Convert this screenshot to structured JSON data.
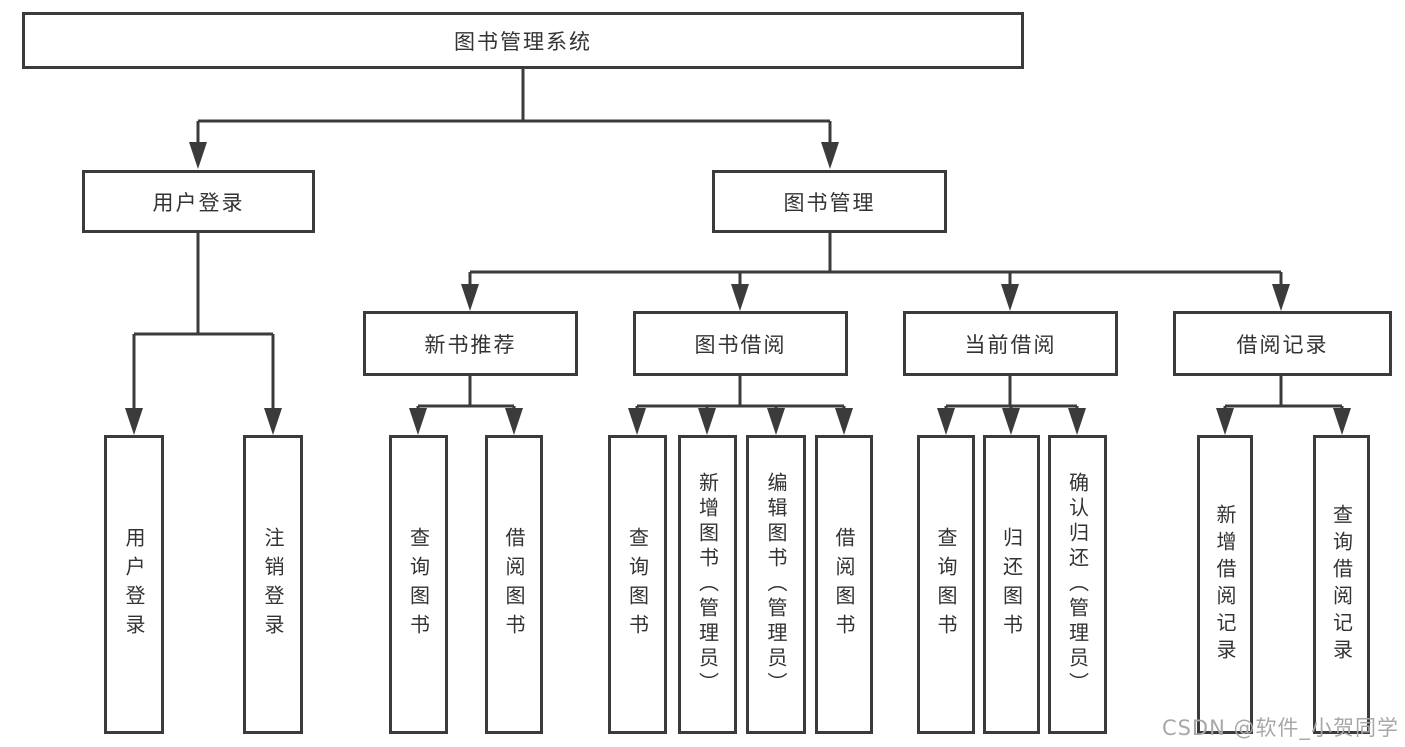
{
  "diagram": {
    "type": "hierarchy-tree",
    "root": {
      "label": "图书管理系统",
      "children": [
        {
          "label": "用户登录",
          "children": [
            {
              "label": "用户登录"
            },
            {
              "label": "注销登录"
            }
          ]
        },
        {
          "label": "图书管理",
          "children": [
            {
              "label": "新书推荐",
              "children": [
                {
                  "label": "查询图书"
                },
                {
                  "label": "借阅图书"
                }
              ]
            },
            {
              "label": "图书借阅",
              "children": [
                {
                  "label": "查询图书"
                },
                {
                  "label": "新增图书（管理员）"
                },
                {
                  "label": "编辑图书（管理员）"
                },
                {
                  "label": "借阅图书"
                }
              ]
            },
            {
              "label": "当前借阅",
              "children": [
                {
                  "label": "查询图书"
                },
                {
                  "label": "归还图书"
                },
                {
                  "label": "确认归还（管理员）"
                }
              ]
            },
            {
              "label": "借阅记录",
              "children": [
                {
                  "label": "新增借阅记录"
                },
                {
                  "label": "查询借阅记录"
                }
              ]
            }
          ]
        }
      ]
    },
    "colors": {
      "line": "#3b3b3b",
      "text": "#333333",
      "box_background": "#ffffff",
      "watermark": "#a8a8a8"
    }
  },
  "watermark": {
    "text": "CSDN @软件_小贺同学"
  }
}
